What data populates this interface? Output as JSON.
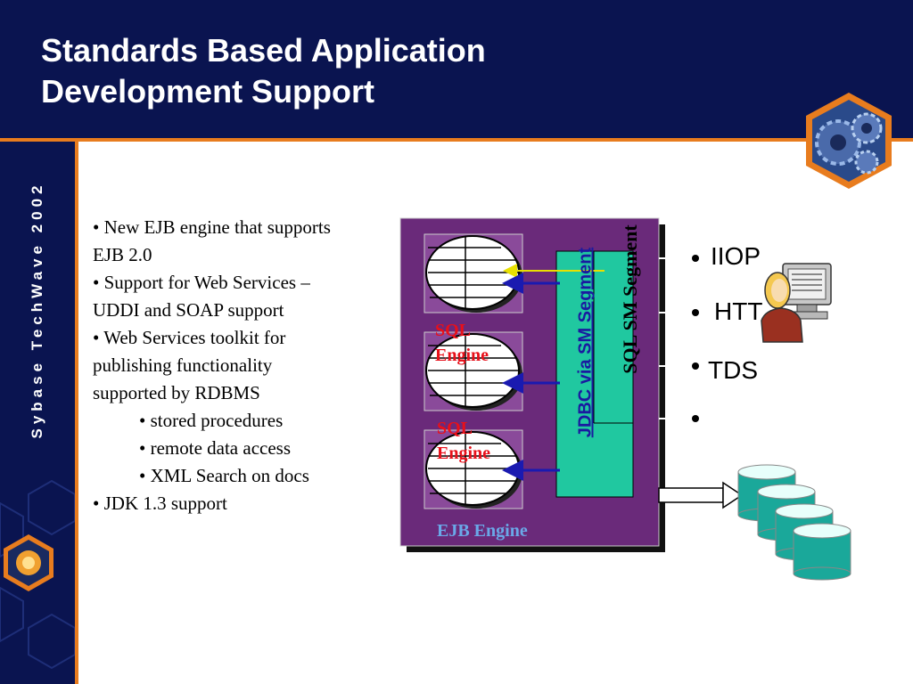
{
  "slide": {
    "title_line1": "Standards Based Application",
    "title_line2": "Development Support",
    "sidebar_text": "Sybase TechWave 2002"
  },
  "bullets": [
    {
      "text": "• New EJB engine that supports",
      "level": 1
    },
    {
      "text": "EJB 2.0",
      "level": 1
    },
    {
      "text": "• Support for Web Services –",
      "level": 1
    },
    {
      "text": "UDDI and SOAP support",
      "level": 1
    },
    {
      "text": "• Web Services toolkit for",
      "level": 1
    },
    {
      "text": "publishing functionality",
      "level": 1
    },
    {
      "text": "supported by RDBMS",
      "level": 1
    },
    {
      "text": "• stored procedures",
      "level": 2
    },
    {
      "text": "• remote data access",
      "level": 2
    },
    {
      "text": "• XML Search on docs",
      "level": 2
    },
    {
      "text": "• JDK 1.3 support",
      "level": 1
    }
  ],
  "diagram": {
    "sql_engine_label_line1": "SQL",
    "sql_engine_label_line2": "Engine",
    "ejb_engine_label": "EJB Engine",
    "jdbc_label": "JDBC via SM Segment",
    "sql_sm_label": "SQL SM Segment",
    "protocols": [
      "IIOP",
      "HTT",
      "TDS"
    ],
    "colors": {
      "header_bg": "#0a1450",
      "accent": "#e87c1e",
      "ejb_box": "#6a2a7a",
      "jdbc_bar": "#20c8a0",
      "sql_label": "#e8101a",
      "ejb_label": "#6aa8e8",
      "jdbc_text": "#1a1aa0",
      "database": "#1aa89a"
    }
  }
}
